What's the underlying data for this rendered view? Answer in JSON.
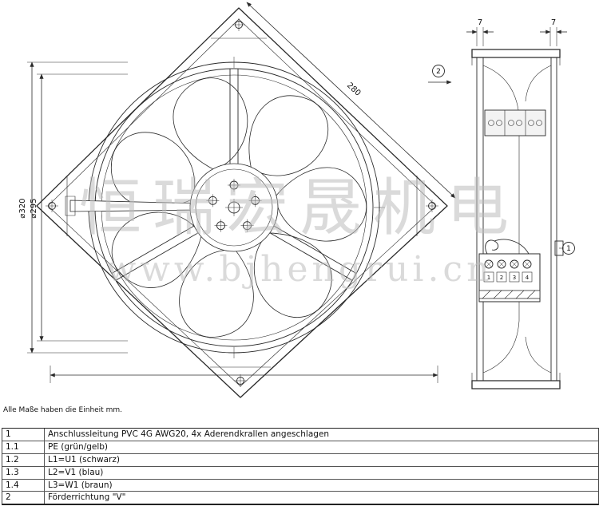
{
  "watermark": {
    "line1": "恒瑞宏晟机电",
    "line2": "www.bjhengrui.cn"
  },
  "note": "Alle Maße haben die Einheit mm.",
  "front_view": {
    "dim_outer": "⌀320",
    "dim_inner": "⌀295",
    "dim_side": "280"
  },
  "side_view": {
    "dim_left": "7",
    "dim_right": "7",
    "callout_flow": "2",
    "callout_cable": "1",
    "terminals": [
      "1",
      "2",
      "3",
      "4"
    ]
  },
  "table": {
    "rows": [
      {
        "id": "1",
        "text": "Anschlussleitung PVC 4G AWG20, 4x Aderendkrallen angeschlagen"
      },
      {
        "id": "1.1",
        "text": "PE (grün/gelb)"
      },
      {
        "id": "1.2",
        "text": "L1=U1 (schwarz)"
      },
      {
        "id": "1.3",
        "text": "L2=V1 (blau)"
      },
      {
        "id": "1.4",
        "text": "L3=W1 (braun)"
      },
      {
        "id": "2",
        "text": "Förderrichtung \"V\""
      }
    ]
  }
}
